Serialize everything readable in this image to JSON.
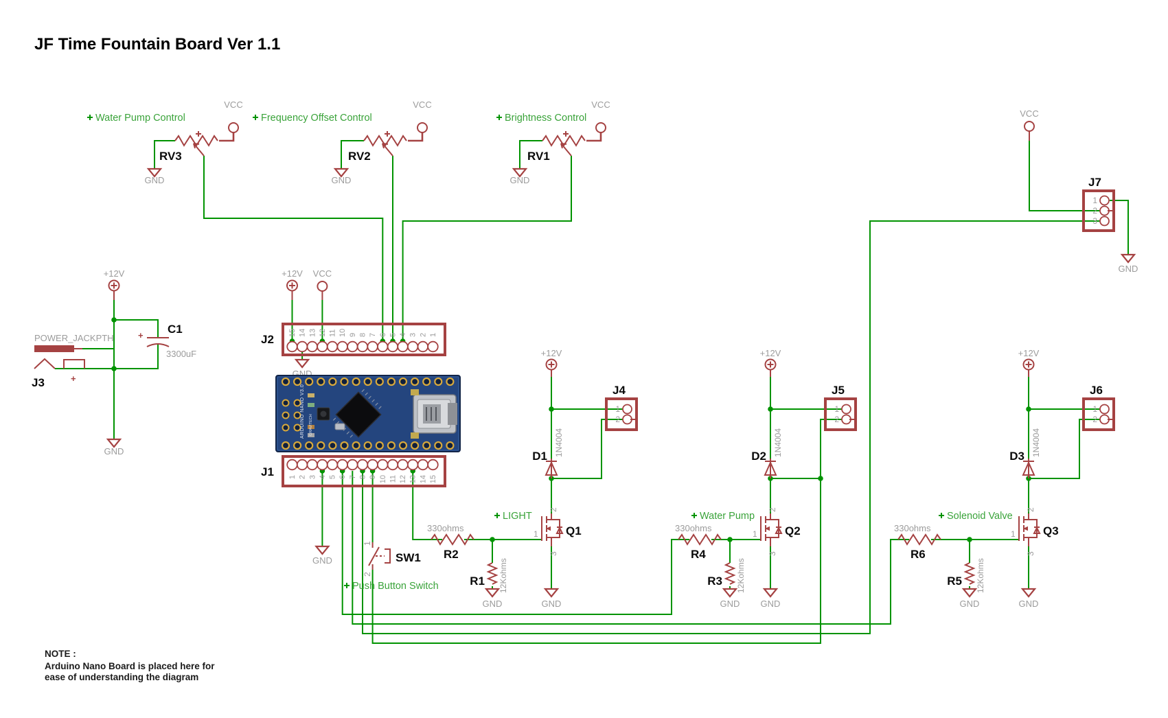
{
  "title": "JF Time Fountain Board Ver 1.1",
  "note": {
    "l1": "NOTE :",
    "l2": "Arduino Nano Board is placed here for",
    "l3": "ease of understanding the diagram"
  },
  "power": {
    "vcc": "VCC",
    "p12": "+12V",
    "gnd": "GND",
    "plus": "+"
  },
  "pots": [
    {
      "ref": "RV3",
      "label": "Water Pump Control"
    },
    {
      "ref": "RV2",
      "label": "Frequency Offset Control"
    },
    {
      "ref": "RV1",
      "label": "Brightness Control"
    }
  ],
  "connectors": {
    "j1": {
      "ref": "J1",
      "pins": [
        "1",
        "2",
        "3",
        "4",
        "5",
        "6",
        "7",
        "8",
        "9",
        "10",
        "11",
        "12",
        "13",
        "14",
        "15"
      ]
    },
    "j2": {
      "ref": "J2",
      "pins": [
        "15",
        "14",
        "13",
        "12",
        "11",
        "10",
        "9",
        "8",
        "7",
        "6",
        "5",
        "4",
        "3",
        "2",
        "1"
      ]
    },
    "j3": {
      "ref": "J3",
      "label": "POWER_JACKPTH"
    },
    "j4": {
      "ref": "J4",
      "pins": [
        "1",
        "2"
      ]
    },
    "j5": {
      "ref": "J5",
      "pins": [
        "1",
        "2"
      ]
    },
    "j6": {
      "ref": "J6",
      "pins": [
        "1",
        "2"
      ]
    },
    "j7": {
      "ref": "J7",
      "pins": [
        "1",
        "2",
        "3"
      ]
    }
  },
  "capacitor": {
    "ref": "C1",
    "value": "3300uF"
  },
  "switch": {
    "ref": "SW1",
    "label": "Push Button Switch",
    "pin1": "1",
    "pin2": "2"
  },
  "diodes": [
    {
      "ref": "D1",
      "value": "1N4004"
    },
    {
      "ref": "D2",
      "value": "1N4004"
    },
    {
      "ref": "D3",
      "value": "1N4004"
    }
  ],
  "mosfet_pins": {
    "gate": "1",
    "drain": "2",
    "source": "3"
  },
  "mosfets": [
    {
      "ref": "Q1",
      "label": "LIGHT"
    },
    {
      "ref": "Q2",
      "label": "Water Pump"
    },
    {
      "ref": "Q3",
      "label": "Solenoid Valve"
    }
  ],
  "resistors": [
    {
      "ref": "R1",
      "value": "12Kohms"
    },
    {
      "ref": "R2",
      "value": "330ohms"
    },
    {
      "ref": "R3",
      "value": "12Kohms"
    },
    {
      "ref": "R4",
      "value": "330ohms"
    },
    {
      "ref": "R5",
      "value": "12Kohms"
    },
    {
      "ref": "R6",
      "value": "330ohms"
    }
  ],
  "arduino": {
    "line1": "ARDUINO NANO V3.0",
    "line2": "GRAVITECH"
  }
}
